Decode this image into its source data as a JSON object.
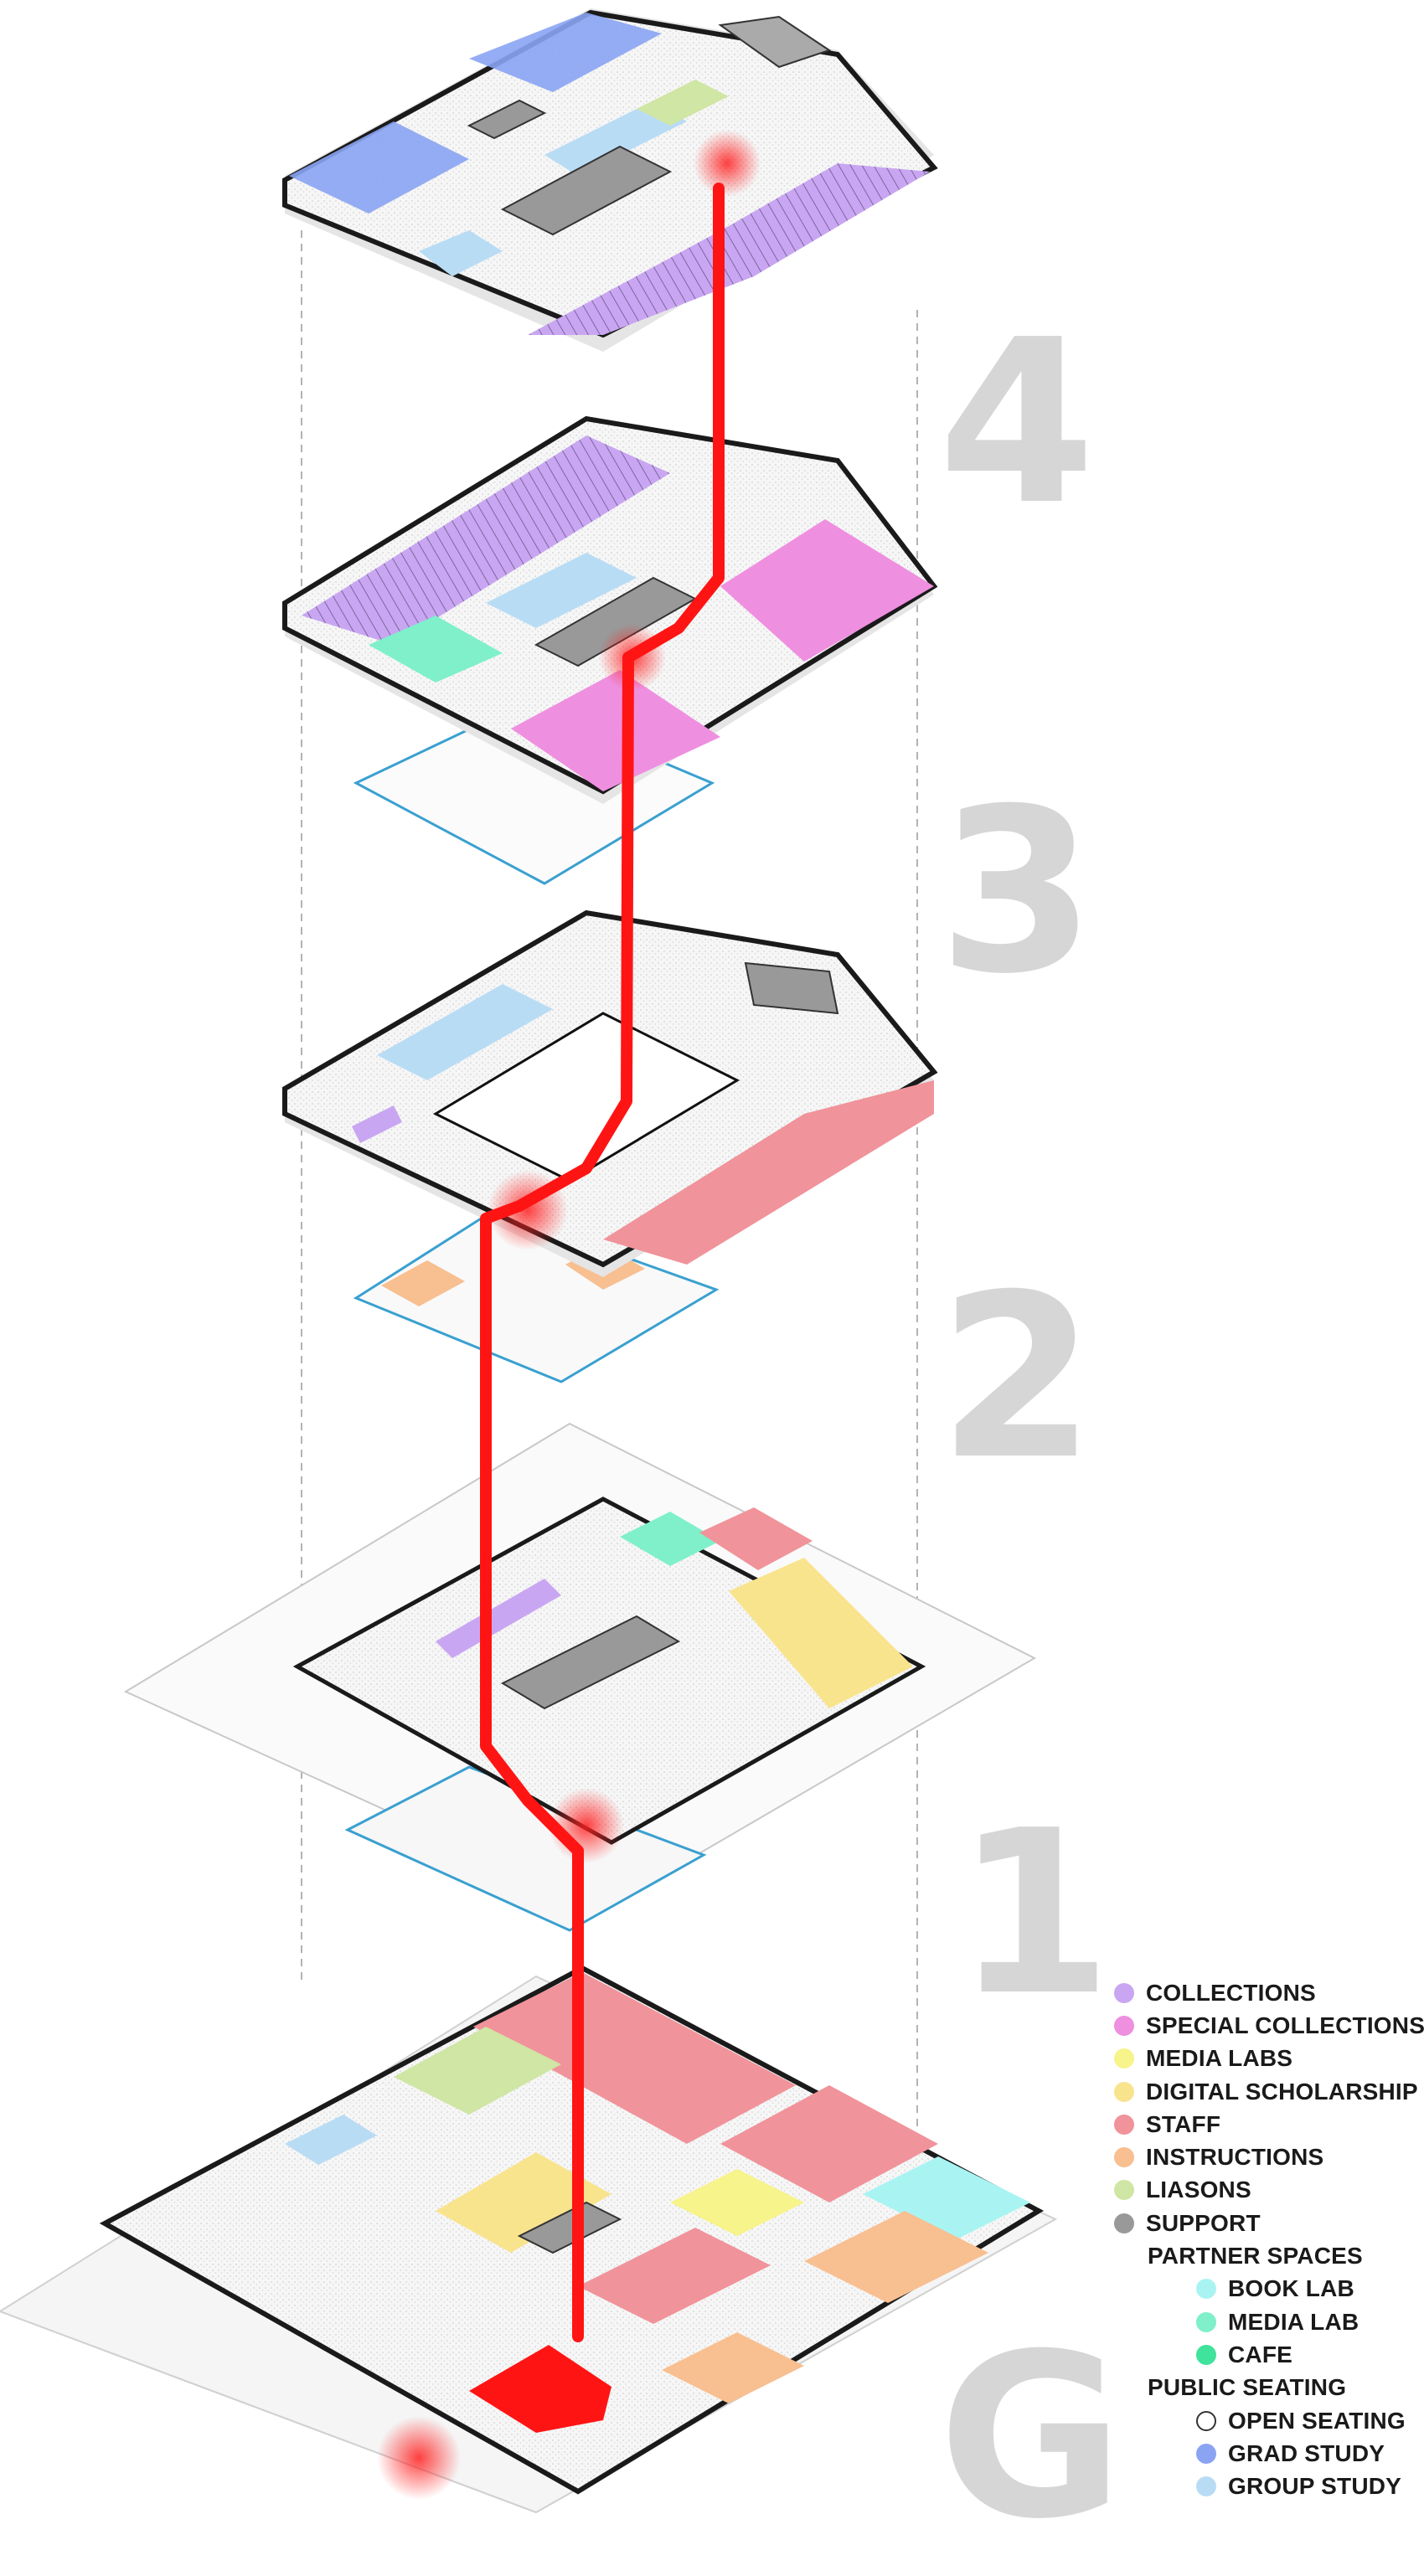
{
  "floors": [
    {
      "id": "4",
      "label": "4"
    },
    {
      "id": "3",
      "label": "3"
    },
    {
      "id": "2",
      "label": "2"
    },
    {
      "id": "1",
      "label": "1"
    },
    {
      "id": "G",
      "label": "G"
    }
  ],
  "legend": {
    "categories": [
      {
        "label": "COLLECTIONS",
        "color": "#c9a6f2"
      },
      {
        "label": "SPECIAL COLLECTIONS",
        "color": "#ef8fe0"
      },
      {
        "label": "MEDIA LABS",
        "color": "#f6f48a"
      },
      {
        "label": "DIGITAL SCHOLARSHIP",
        "color": "#f9e48e"
      },
      {
        "label": "STAFF",
        "color": "#f0939a"
      },
      {
        "label": "INSTRUCTIONS",
        "color": "#f8bf91"
      },
      {
        "label": "LIASONS",
        "color": "#cfe6a4"
      },
      {
        "label": "SUPPORT",
        "color": "#999999"
      }
    ],
    "partner": {
      "heading": "PARTNER SPACES",
      "items": [
        {
          "label": "BOOK LAB",
          "color": "#a9f4f2"
        },
        {
          "label": "MEDIA LAB",
          "color": "#7ff0c9"
        },
        {
          "label": "CAFE",
          "color": "#3fe39b"
        }
      ]
    },
    "seating": {
      "heading": "PUBLIC SEATING",
      "items": [
        {
          "label": "OPEN SEATING",
          "color": "#ffffff"
        },
        {
          "label": "GRAD STUDY",
          "color": "#8aa4f3"
        },
        {
          "label": "GROUP STUDY",
          "color": "#b9dcf5"
        }
      ]
    }
  }
}
